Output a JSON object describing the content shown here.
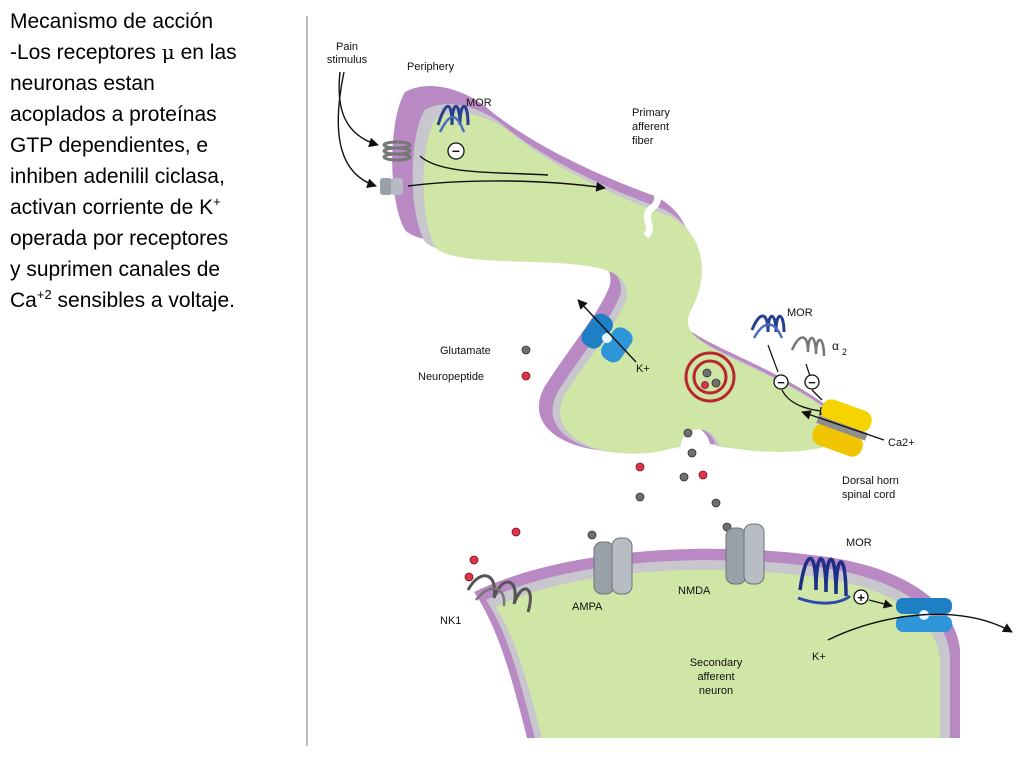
{
  "slide": {
    "heading": "Mecanismo de acción",
    "body_lines": [
      {
        "pre": "-Los receptores ",
        "mu": "μ",
        "post": " en las"
      },
      {
        "pre": "neuronas estan"
      },
      {
        "pre": "acoplados a proteínas"
      },
      {
        "pre": "GTP dependientes, e"
      },
      {
        "pre": "inhiben adenilil ciclasa,"
      },
      {
        "pre": "activan corriente de K",
        "sup": "+"
      },
      {
        "pre": "operada por receptores"
      },
      {
        "pre": "y suprimen canales de"
      },
      {
        "pre": "Ca",
        "sup": "+2",
        "post": " sensibles a voltaje."
      }
    ]
  },
  "diagram": {
    "labels": {
      "pain_stimulus": [
        "Pain",
        "stimulus"
      ],
      "periphery": "Periphery",
      "mor_top": "MOR",
      "primary_afferent": [
        "Primary",
        "afferent",
        "fiber"
      ],
      "mor_mid": "MOR",
      "alpha2": "α",
      "alpha2_sub": "2",
      "k_plus_mid": "K+",
      "ca2_plus": "Ca2+",
      "glutamate": "Glutamate",
      "neuropeptide": "Neuropeptide",
      "dorsal_horn": [
        "Dorsal horn",
        "spinal cord"
      ],
      "mor_bottom": "MOR",
      "nk1": "NK1",
      "ampa": "AMPA",
      "nmda": "NMDA",
      "k_plus_bottom": "K+",
      "secondary_afferent": [
        "Secondary",
        "afferent",
        "neuron"
      ]
    },
    "symbols": {
      "minus": "−",
      "plus": "+"
    },
    "colors": {
      "cytoplasm": "#cfe6a6",
      "membrane_outer": "#b989c3",
      "membrane_inner": "#c7c7cd",
      "mor_receptor": "#2b3f8f",
      "k_channel": "#1f7fc4",
      "ca_channel": "#f5d400",
      "glutamate": "#6f6f6f",
      "neuropeptide": "#d9364a",
      "vesicle": "#b8262f"
    }
  }
}
